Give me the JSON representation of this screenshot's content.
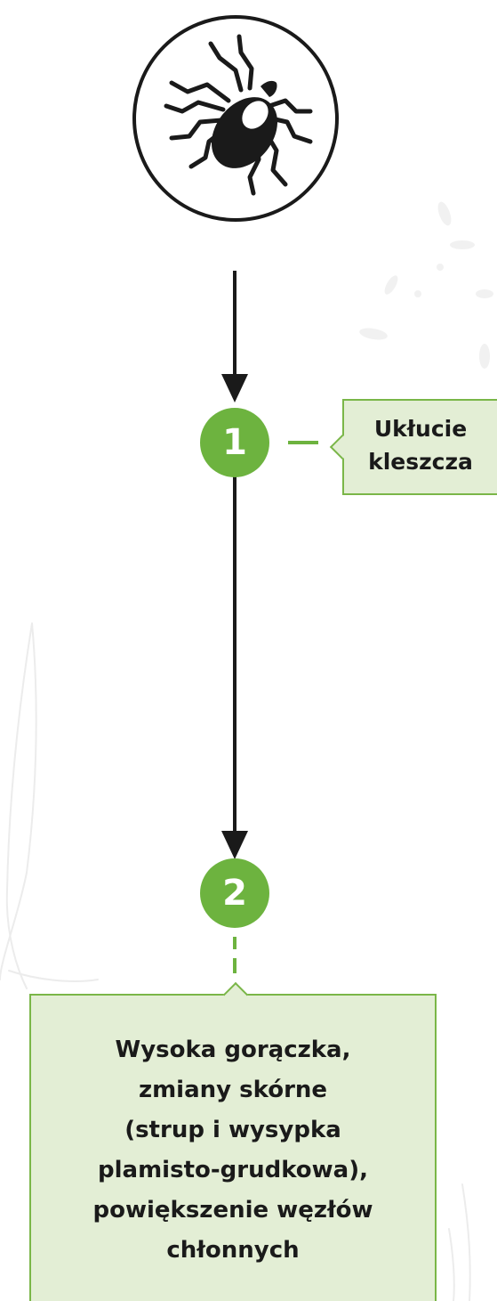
{
  "steps": [
    {
      "number": "1",
      "description_lines": [
        "Ukłucie",
        "kleszcza"
      ]
    },
    {
      "number": "2",
      "description_lines": [
        "Wysoka gorączka,",
        "zmiany skórne",
        "(strup i wysypka",
        "plamisto-grudkowa),",
        "powiększenie węzłów",
        "chłonnych"
      ]
    }
  ],
  "icons": {
    "top": "tick-icon"
  },
  "colors": {
    "accent_green": "#6db33f",
    "callout_fill": "#e3eed5",
    "callout_border": "#7ab648",
    "line": "#1a1a1a"
  }
}
